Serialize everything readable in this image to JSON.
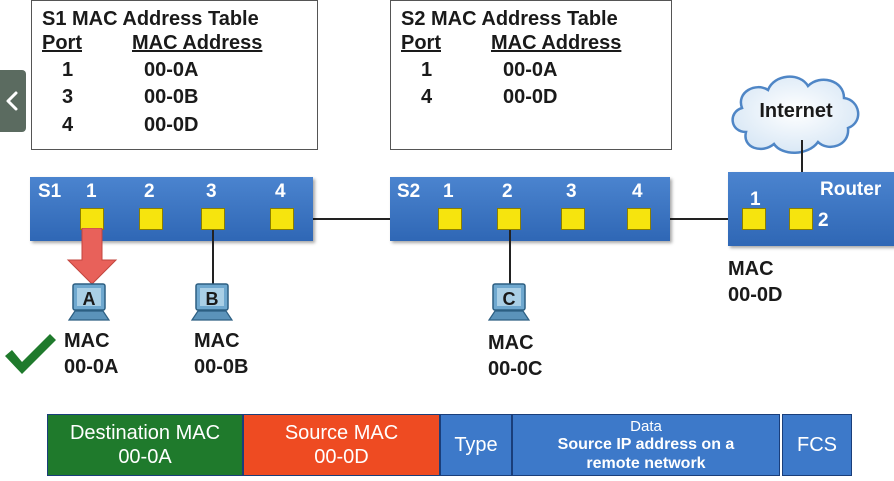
{
  "s1_table": {
    "title": "S1 MAC Address Table",
    "col_port": "Port",
    "col_mac": "MAC Address",
    "rows": [
      {
        "port": "1",
        "mac": "00-0A"
      },
      {
        "port": "3",
        "mac": "00-0B"
      },
      {
        "port": "4",
        "mac": "00-0D"
      }
    ]
  },
  "s2_table": {
    "title": "S2 MAC Address Table",
    "col_port": "Port",
    "col_mac": "MAC Address",
    "rows": [
      {
        "port": "1",
        "mac": "00-0A"
      },
      {
        "port": "4",
        "mac": "00-0D"
      }
    ]
  },
  "switch_s1": {
    "name": "S1",
    "ports": [
      "1",
      "2",
      "3",
      "4"
    ]
  },
  "switch_s2": {
    "name": "S2",
    "ports": [
      "1",
      "2",
      "3",
      "4"
    ]
  },
  "router": {
    "name": "Router",
    "ports": [
      "1",
      "2"
    ],
    "mac_label": "MAC",
    "mac": "00-0D"
  },
  "cloud_label": "Internet",
  "hosts": [
    {
      "letter": "A",
      "mac_label": "MAC",
      "mac": "00-0A"
    },
    {
      "letter": "B",
      "mac_label": "MAC",
      "mac": "00-0B"
    },
    {
      "letter": "C",
      "mac_label": "MAC",
      "mac": "00-0C"
    }
  ],
  "frame": {
    "dest_label": "Destination MAC",
    "dest_value": "00-0A",
    "src_label": "Source MAC",
    "src_value": "00-0D",
    "type_label": "Type",
    "data_label": "Data",
    "data_text": "Source IP address on a remote network",
    "fcs_label": "FCS"
  },
  "colors": {
    "switch_blue": "#3a73c2",
    "port_yellow": "#f6e40e",
    "dest_green": "#1f7a2c",
    "src_red": "#ee4b22",
    "frame_blue": "#3d79c9",
    "check_green": "#1f7a2c",
    "arrow_red": "#e8615a"
  }
}
